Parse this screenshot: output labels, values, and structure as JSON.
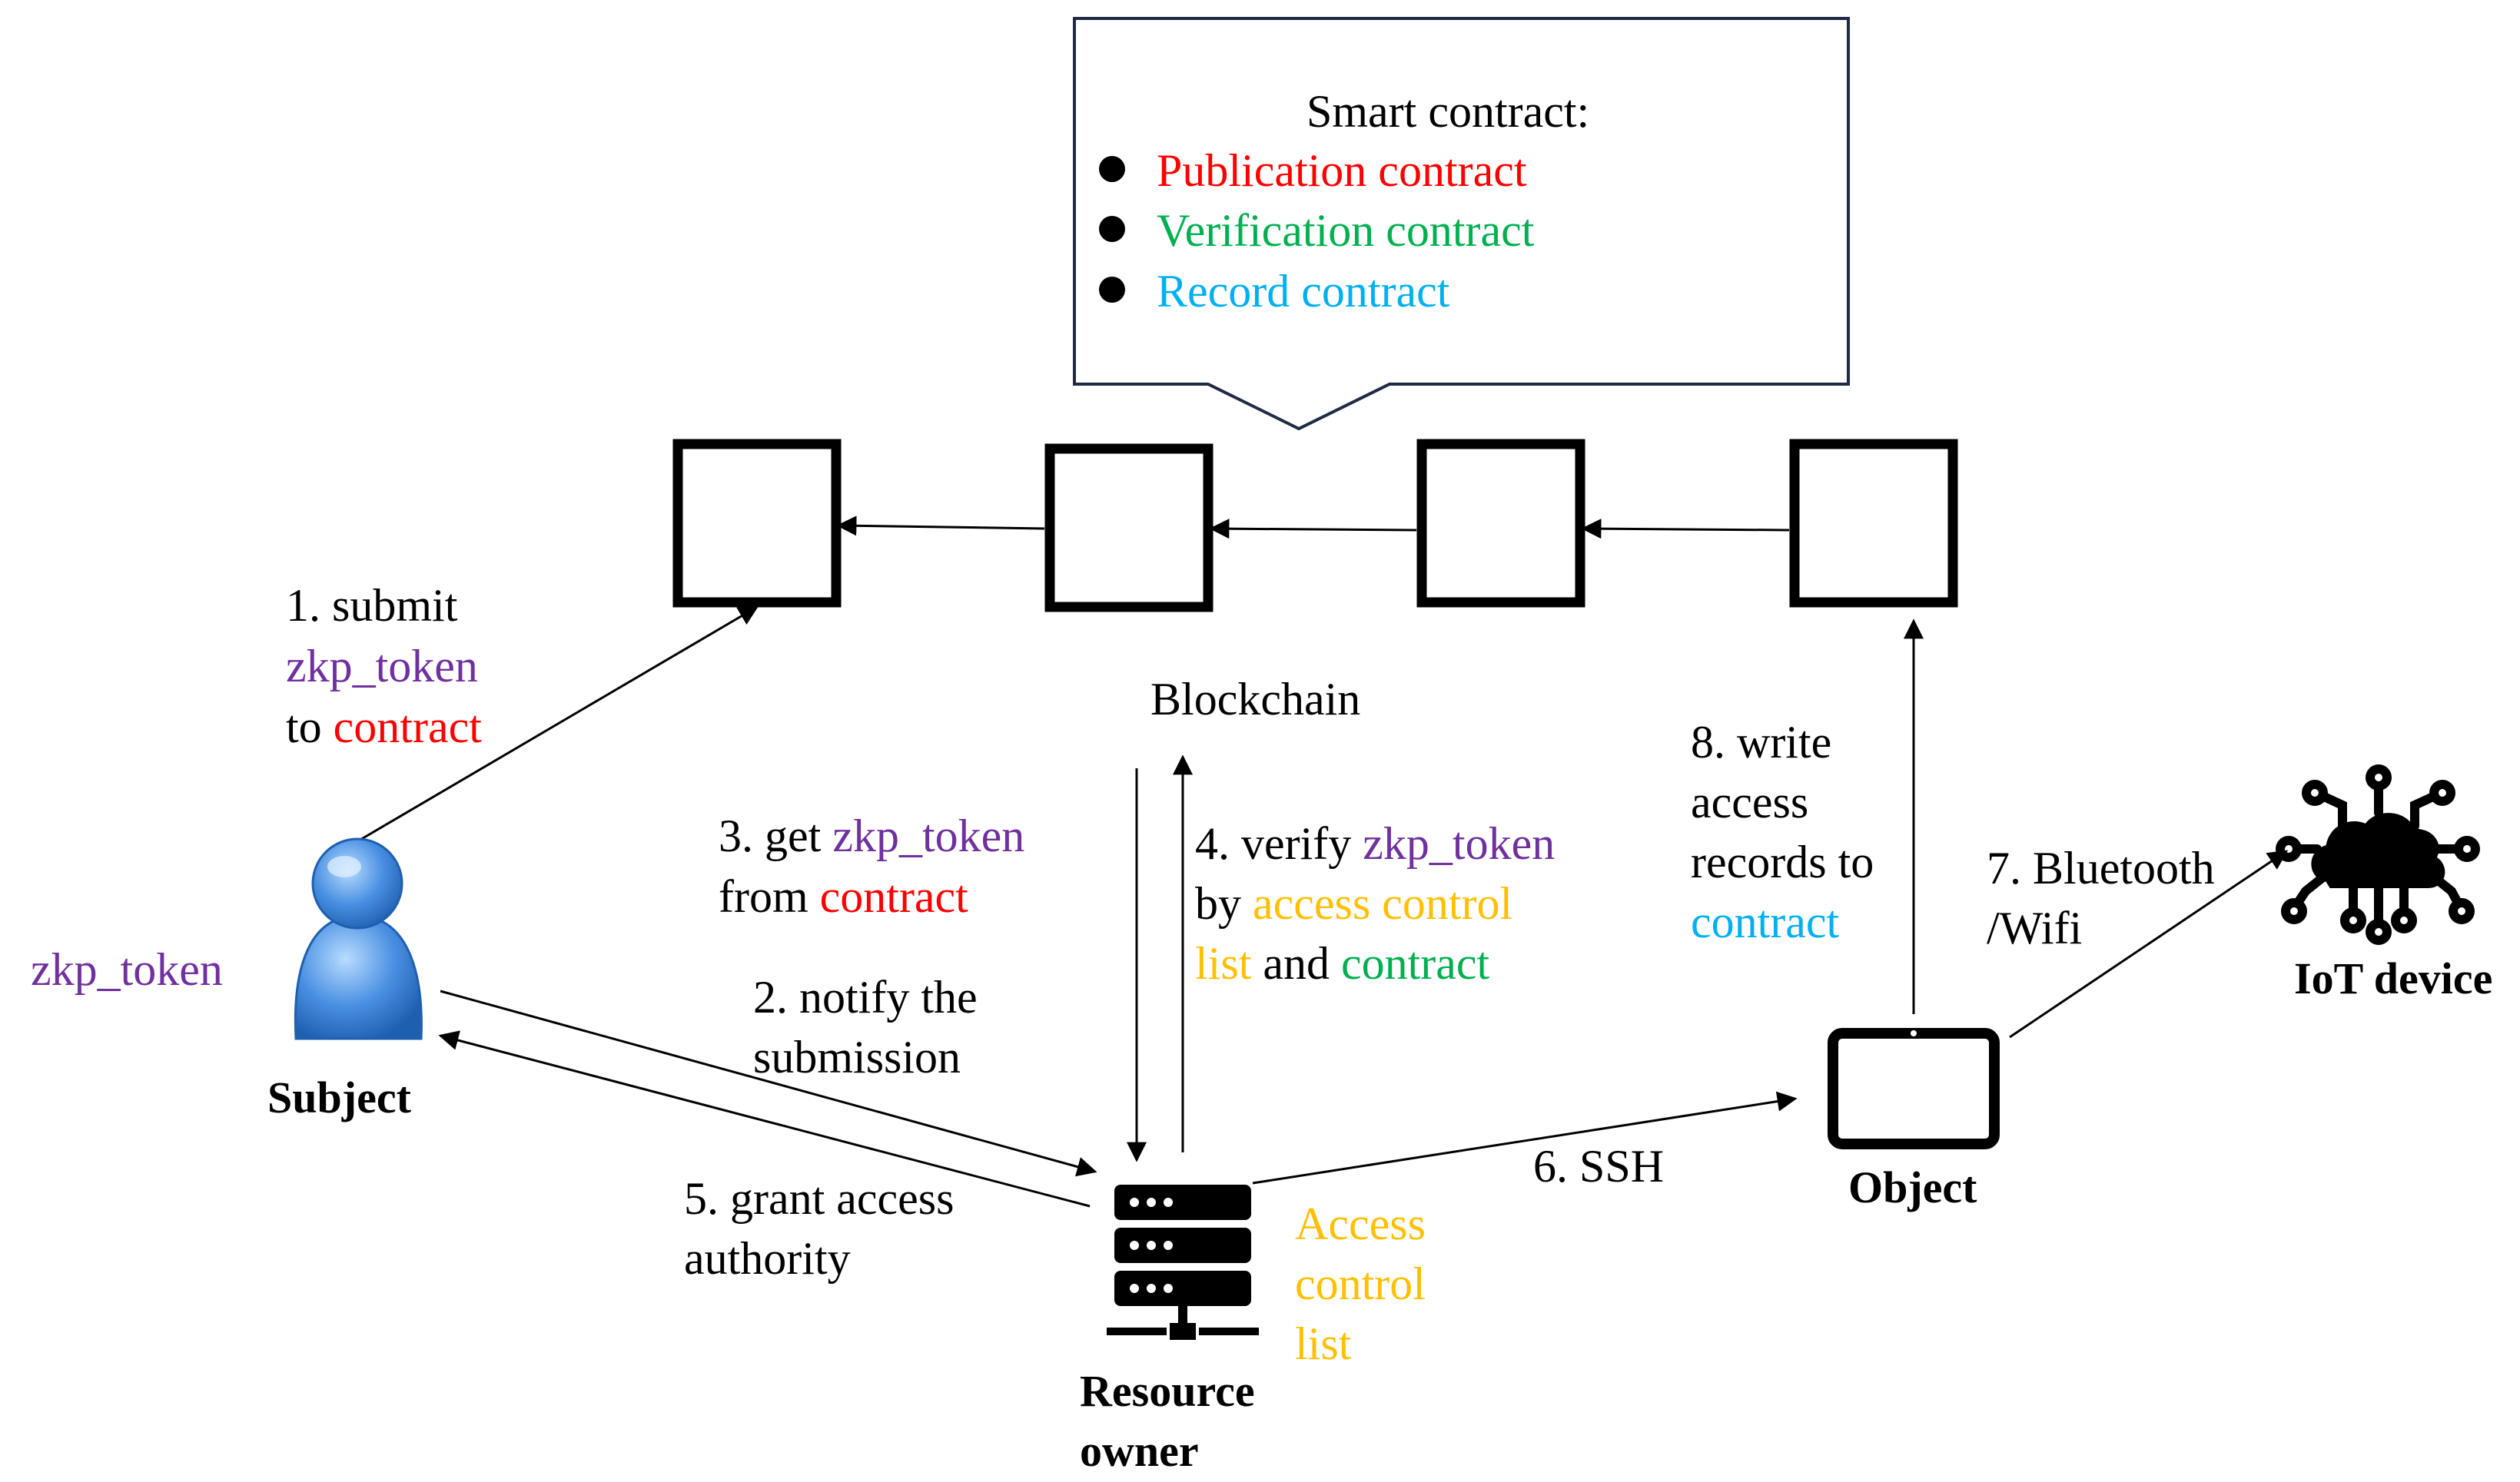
{
  "colors": {
    "black": "#000000",
    "token": "#7030a0",
    "publication": "#ff0000",
    "verification": "#00b050",
    "record": "#00b0f0",
    "acl": "#ffc000",
    "server": "#000000",
    "person": "#4a90e2"
  },
  "callout": {
    "title": "Smart contract:",
    "items": [
      {
        "label": "Publication contract",
        "color_key": "publication"
      },
      {
        "label": "Verification contract",
        "color_key": "verification"
      },
      {
        "label": "Record contract",
        "color_key": "record"
      }
    ]
  },
  "blockchain": {
    "label": "Blockchain",
    "block_count": 4
  },
  "nodes": {
    "subject": {
      "label": "Subject",
      "icon": "person-icon",
      "token_label": "zkp_token"
    },
    "resource_owner": {
      "label_line1": "Resource",
      "label_line2": "owner",
      "icon": "server-icon",
      "acl_line1": "Access",
      "acl_line2": "control",
      "acl_line3": "list"
    },
    "object": {
      "label": "Object",
      "icon": "tablet-icon"
    },
    "iot": {
      "label": "IoT device",
      "icon": "cloud-chip-icon"
    }
  },
  "steps": {
    "s1": {
      "line1": "1. submit",
      "token": "zkp_token",
      "to": "to ",
      "contract": "contract"
    },
    "s2": {
      "line1": "2. notify the",
      "line2": "submission"
    },
    "s3": {
      "prefix": "3. get ",
      "token": "zkp_token",
      "from": "from ",
      "contract": "contract"
    },
    "s4": {
      "prefix": "4. verify ",
      "token": "zkp_token",
      "by": "by ",
      "acl1": "access control",
      "acl2": "list",
      "and": " and ",
      "contract": "contract"
    },
    "s5": {
      "line1": "5. grant access",
      "line2": "authority"
    },
    "s6": {
      "label": "6. SSH"
    },
    "s7": {
      "line1": "7. Bluetooth",
      "line2": "/Wifi"
    },
    "s8": {
      "line1": "8. write",
      "line2": "access",
      "line3": "records to",
      "contract": "contract"
    }
  }
}
